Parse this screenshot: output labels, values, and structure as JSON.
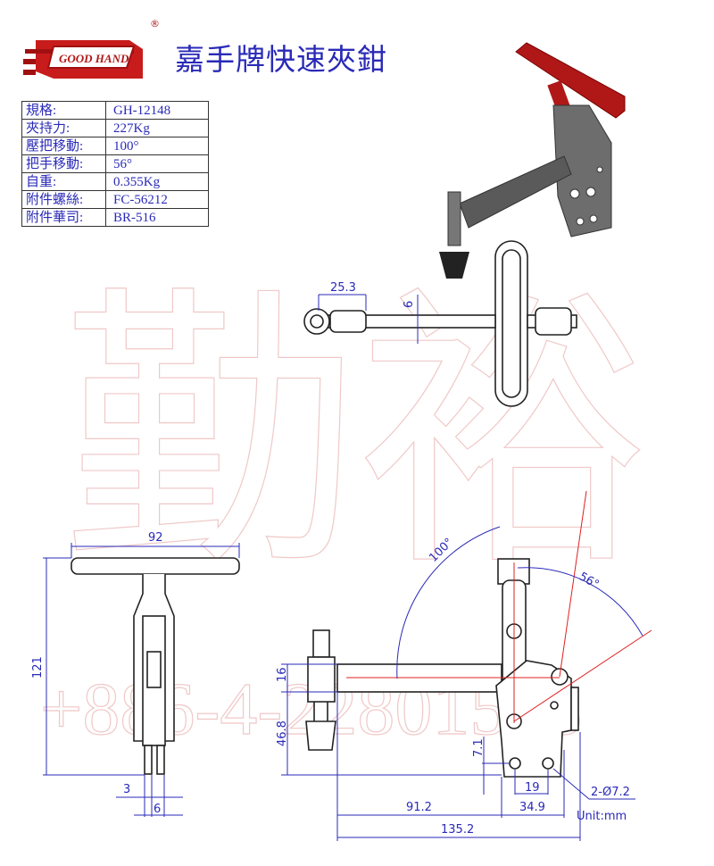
{
  "header": {
    "logo_text": "GOOD HAND",
    "title": "嘉手牌快速夾鉗"
  },
  "specs": [
    {
      "label": "規格:",
      "value": "GH-12148"
    },
    {
      "label": "夾持力:",
      "value": "227Kg"
    },
    {
      "label": "壓把移動:",
      "value": "100°"
    },
    {
      "label": "把手移動:",
      "value": "56°"
    },
    {
      "label": "自重:",
      "value": "0.355Kg"
    },
    {
      "label": "附件螺絲:",
      "value": "FC-56212"
    },
    {
      "label": "附件華司:",
      "value": "BR-516"
    }
  ],
  "watermark": {
    "chars": "勤裕",
    "phone": "+886-4-22801518"
  },
  "dimensions": {
    "top_view": {
      "d1": "25.3",
      "d2": "6"
    },
    "front_view": {
      "width": "92",
      "height": "121",
      "d3": "3",
      "d6": "6"
    },
    "side_view": {
      "angle_handle": "100°",
      "angle_arm": "56°",
      "d16": "16",
      "d46_8": "46.8",
      "d7_1": "7.1",
      "d19": "19",
      "d91_2": "91.2",
      "d34_9": "34.9",
      "d135_2": "135.2",
      "holes": "2-Ø7.2",
      "unit": "Unit:mm"
    }
  },
  "colors": {
    "dimension": "#2a2ab8",
    "handle": "#b01818",
    "centerline": "#e02020"
  }
}
